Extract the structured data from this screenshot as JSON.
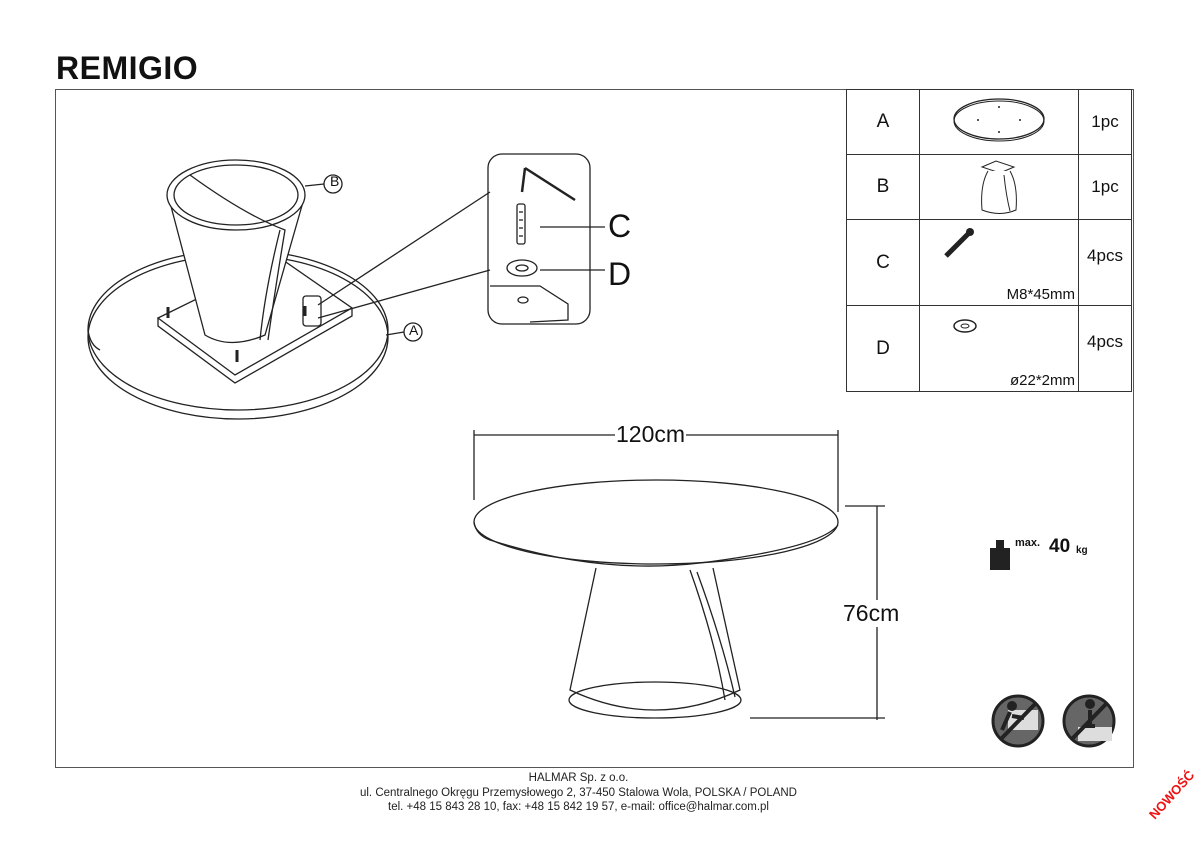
{
  "title": "REMIGIO",
  "parts": [
    {
      "code": "A",
      "qty": "1pc",
      "spec": ""
    },
    {
      "code": "B",
      "qty": "1pc",
      "spec": ""
    },
    {
      "code": "C",
      "qty": "4pcs",
      "spec": "M8*45mm"
    },
    {
      "code": "D",
      "qty": "4pcs",
      "spec": "ø22*2mm"
    }
  ],
  "callouts": {
    "a": "A",
    "b": "B",
    "c": "C",
    "d": "D"
  },
  "dimensions": {
    "width": "120cm",
    "height": "76cm"
  },
  "load": {
    "prefix": "max.",
    "value": "40",
    "unit": "kg"
  },
  "footer": {
    "company": "HALMAR Sp. z o.o.",
    "address": "ul. Centralnego Okręgu Przemysłowego 2, 37-450 Stalowa Wola, POLSKA / POLAND",
    "contact": "tel. +48 15 843 28 10, fax: +48 15 842 19 57, e-mail: office@halmar.com.pl"
  },
  "badge": "NOWOŚĆ",
  "icons": [
    "weight-icon",
    "no-climbing-icon",
    "no-standing-icon"
  ]
}
